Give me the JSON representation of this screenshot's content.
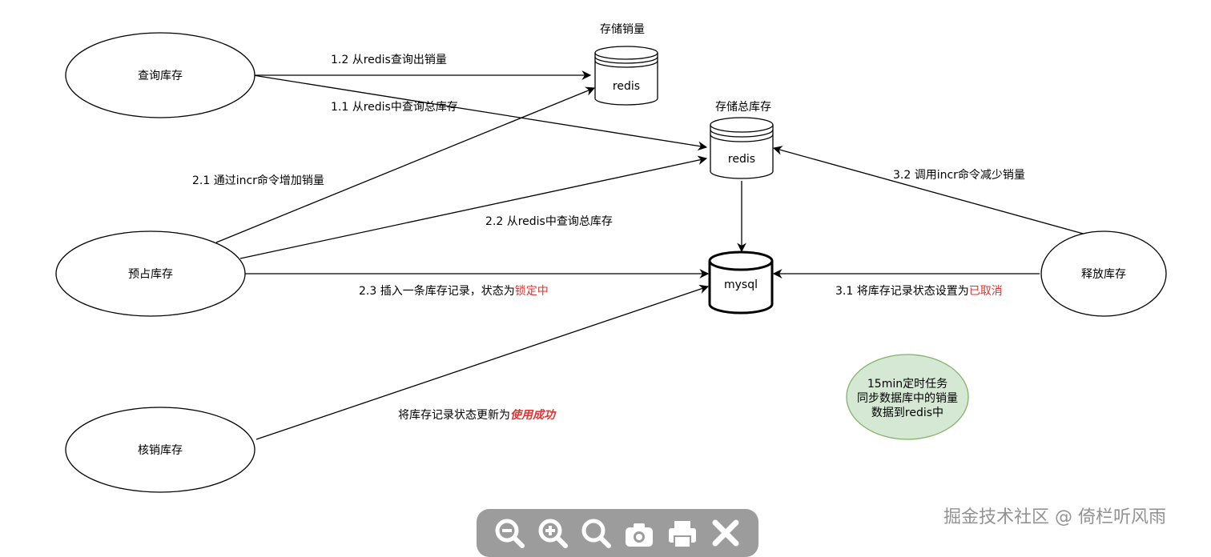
{
  "nodes": {
    "query_stock": "查询库存",
    "reserve_stock": "预占库存",
    "redeem_stock": "核销库存",
    "release_stock": "释放库存",
    "redis_sales_title": "存储销量",
    "redis_sales_label": "redis",
    "redis_total_title": "存储总库存",
    "redis_total_label": "redis",
    "mysql_label": "mysql",
    "cron_task_lines": [
      "15min定时任务",
      "同步数据库中的销量",
      "数据到redis中"
    ]
  },
  "edges": {
    "e_1_2": "1.2 从redis查询出销量",
    "e_1_1": "1.1 从redis中查询总库存",
    "e_2_1": "2.1 通过incr命令增加销量",
    "e_2_2": "2.2 从redis中查询总库存",
    "e_2_3_prefix": "2.3 插入一条库存记录，状态为",
    "e_2_3_status": "锁定中",
    "e_3_2": "3.2 调用incr命令减少销量",
    "e_3_1_prefix": "3.1 将库存记录状态设置为",
    "e_3_1_status": "已取消",
    "e_redeem_prefix": "将库存记录状态更新为",
    "e_redeem_status": "使用成功"
  },
  "colors": {
    "status_red": "#e3312f",
    "cron_fill": "#d5e8d4",
    "cron_stroke": "#82b366",
    "toolbar_bg": "#9c9c9c"
  },
  "toolbar": {
    "icons": [
      "zoom-out-icon",
      "zoom-in-icon",
      "search-icon",
      "camera-icon",
      "print-icon",
      "close-icon"
    ]
  },
  "watermark": "掘金技术社区 @ 倚栏听风雨"
}
